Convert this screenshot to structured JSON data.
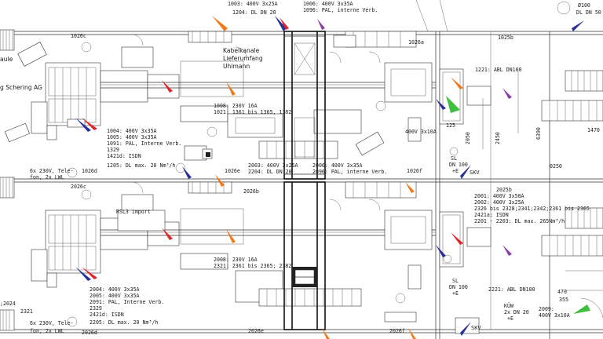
{
  "colors": {
    "orange": "#f07a1a",
    "red": "#e0242a",
    "blue": "#2a2f9a",
    "purple": "#8a3fa8",
    "green": "#3fbf3f",
    "line": "#333333"
  },
  "labels": {
    "t1003": "1003: 400V 3x25A",
    "t1204": "1204: DL DN 20",
    "t1006": "1006: 400V 3x35A",
    "t1096": "1096: PAL, interne Verb.",
    "t1026c": "1026c",
    "t1025b": "1025b",
    "t1026a": "1026a",
    "tphi100": "Ø100",
    "tdl50": "DL DN 50",
    "tkabel1": "Kabelkanale",
    "tkabel2": "Lieferumfang",
    "tkabel3": "Uhlmann",
    "tschering": "g Schering AG",
    "taule": "aule",
    "t1221": "1221: ABL DN100",
    "t1008": "1008: 230V 16A",
    "t1021": "1021: 1361 bis 1365, 1382",
    "t1004": "1004: 400V 3x35A",
    "t1005": "1005: 400V 3x35A",
    "t1091": "1091: PAL, Interne Verb.",
    "t1329": "1329",
    "t1421": "1421d: ISDN",
    "t1205": "1205: DL max. 20 Nm³/h",
    "t2003": "2003: 400V 3x25A",
    "t2204": "2204: DL DN 20",
    "t2006": "2006: 400V 3x35A",
    "t2096": "2096: PAL, interne Verb.",
    "t125": "125",
    "t400v10a": "400V 3x10A",
    "t2050": "2050",
    "t2450": "2450",
    "t6390": "6390",
    "t1470": "1470",
    "tsl": "SL",
    "tdn100": "DN 100",
    "tplus": "+E",
    "tskv": "SKV",
    "t0250": "0250",
    "tsx230": "6x 230V, Tele-",
    "tfon": "fon, 2x LWL",
    "t1026d": "1026d",
    "t1026e": "1026e",
    "t1026f": "1026f",
    "t2026c": "2026c",
    "t2026b": "2026b",
    "t2025b": "2025b",
    "t2001": "2001: 400V 3x50A",
    "t2002": "2002: 400V 3x25A",
    "t2326": "2326 bis 2328;2341;2342;2361 bis 2365",
    "t2421a": "2421a: ISDN",
    "t2201": "2201 - 2203: DL max. 265Nm³/h",
    "trsl": "RSL3 import",
    "t2008": "2008: 230V 16A",
    "t2321": "2321: 2361 bis 2365; 2382",
    "t2221": "2221: ABL DN100",
    "t2004": "2004: 400V 3x35A",
    "t2005": "2005: 400V 3x35A",
    "t2091": "2091: PAL, Interne Verb.",
    "t2329": "2329",
    "t2421d": "2421d: ISDN",
    "t2205": "2205: DL max. 20 Nm³/h",
    "t2024": ";2024",
    "t2321b": "2321",
    "tsx230b": "6x 230V, Tele-",
    "tfonb": "fon, 2x LWL",
    "t2026d": "2026d",
    "t2026e": "2026e",
    "t2026f": "2026f",
    "tkuw": "KÜW",
    "t2xdn": "2x DN 20",
    "t470": "470",
    "t355": "355",
    "t2009": "2009:",
    "t400v10b": "400V 3x10A"
  }
}
